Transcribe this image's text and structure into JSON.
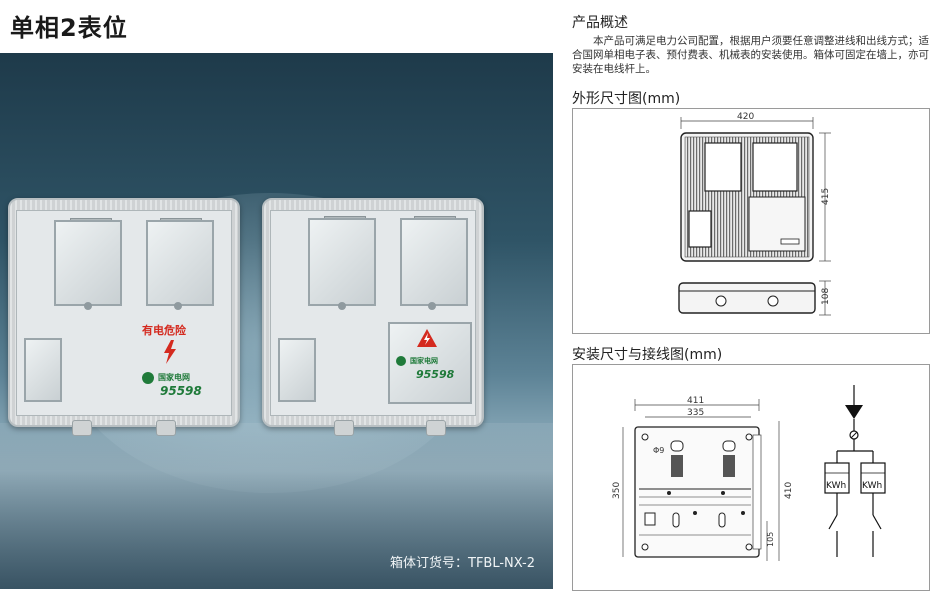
{
  "page": {
    "title": "单相2表位",
    "photo_caption": "箱体订货号：TFBL-NX-2"
  },
  "product_overview": {
    "heading": "产品概述",
    "text": "本产品可满足电力公司配置，根据用户须要任意调整进线和出线方式；适合国网单相电子表、预付费表、机械表的安装使用。箱体可固定在墙上，亦可安装在电线杆上。"
  },
  "boxes": {
    "left": {
      "warning_text": "有电危险",
      "hotline": "95598",
      "brand": "国家电网"
    },
    "right": {
      "hotline": "95598",
      "brand": "国家电网"
    }
  },
  "outline_diagram": {
    "heading": "外形尺寸图(mm)",
    "width_label": "420",
    "height_label": "415",
    "depth_label": "108"
  },
  "install_diagram": {
    "heading": "安装尺寸与接线图(mm)",
    "outer_width": "411",
    "inner_width": "335",
    "outer_height": "410",
    "inner_height": "350",
    "bottom_height": "105",
    "hole_label": "Φ9",
    "meter_label_1": "KWh",
    "meter_label_2": "KWh"
  },
  "colors": {
    "warning_red": "#d42a1f",
    "grid_green": "#1f7a3a",
    "box_grey": "#d7dbdc"
  }
}
